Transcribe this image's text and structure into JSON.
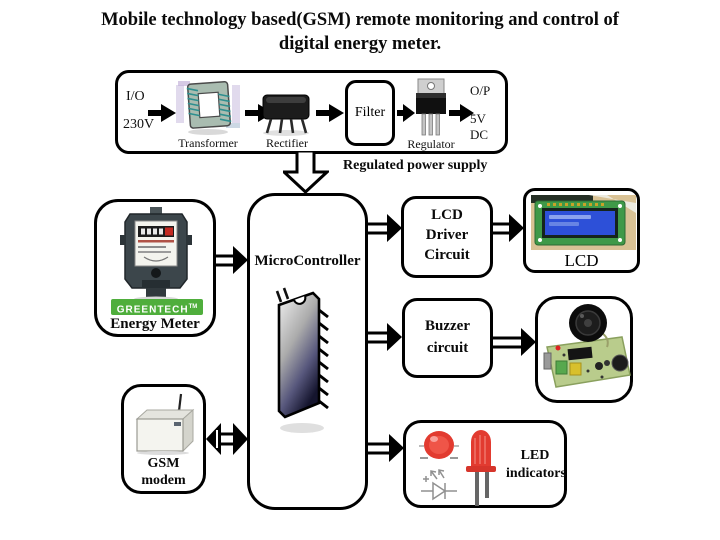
{
  "title": {
    "line1": "Mobile technology based(GSM) remote monitoring and control of",
    "line2": "digital energy meter."
  },
  "power_supply": {
    "input_top": "I/O",
    "input_bottom": "230V",
    "transformer": "Transformer",
    "rectifier": "Rectifier",
    "filter": "Filter",
    "regulator": "Regulator",
    "output_top": "O/P",
    "output_mid": "5V",
    "output_bottom": "DC",
    "caption": "Regulated power supply"
  },
  "energy_meter": {
    "brand": "GREENTECH",
    "brand_tm": "TM",
    "label": "Energy Meter"
  },
  "microcontroller": {
    "label": "MicroController"
  },
  "gsm_modem": {
    "line1": "GSM",
    "line2": "modem"
  },
  "lcd_driver": {
    "line1": "LCD",
    "line2": "Driver",
    "line3": "Circuit"
  },
  "lcd": {
    "label": "LCD"
  },
  "buzzer": {
    "line1": "Buzzer",
    "line2": "circuit"
  },
  "led": {
    "line1": "LED",
    "line2": "indicators"
  },
  "colors": {
    "greentech_green": "#4fae3c",
    "lcd_screen_blue": "#2d50d8",
    "pcb_green": "#3f9948",
    "buzzer_pcb_green": "#b9cc8c",
    "led_red": "#e23b30",
    "line_black": "#000000"
  }
}
